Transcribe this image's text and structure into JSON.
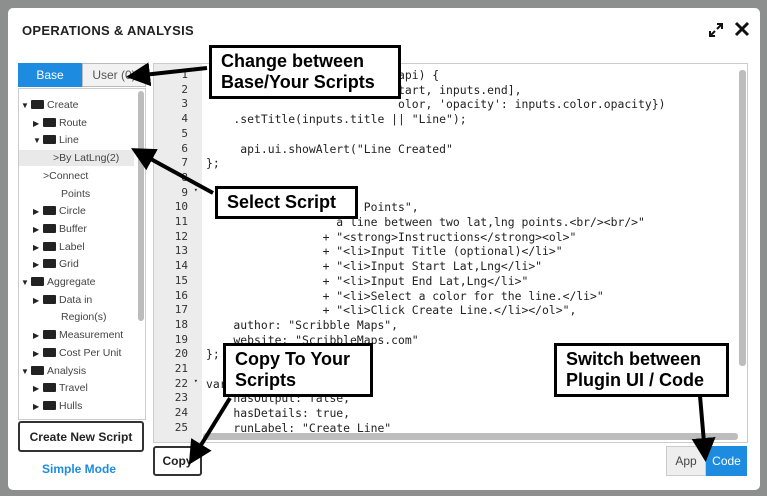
{
  "dialog": {
    "title": "OPERATIONS & ANALYSIS"
  },
  "tabs": {
    "base": "Base",
    "user": "User (0)"
  },
  "tree": [
    {
      "label": "Create",
      "type": "folder-open"
    },
    {
      "label": "Route",
      "type": "folder"
    },
    {
      "label": "Line",
      "type": "folder-open"
    },
    {
      "label": "By LatLng(2)",
      "type": "script"
    },
    {
      "label": "Connect",
      "type": "script"
    },
    {
      "label": "Points",
      "type": "continuation"
    },
    {
      "label": "Circle",
      "type": "folder"
    },
    {
      "label": "Buffer",
      "type": "folder"
    },
    {
      "label": "Label",
      "type": "folder"
    },
    {
      "label": "Grid",
      "type": "folder"
    },
    {
      "label": "Aggregate",
      "type": "folder-open"
    },
    {
      "label": "Data in",
      "type": "folder"
    },
    {
      "label": "Region(s)",
      "type": "continuation"
    },
    {
      "label": "Measurement",
      "type": "folder"
    },
    {
      "label": "Cost Per Unit",
      "type": "folder"
    },
    {
      "label": "Analysis",
      "type": "folder-open"
    },
    {
      "label": "Travel",
      "type": "folder"
    },
    {
      "label": "Hulls",
      "type": "folder"
    },
    {
      "label": "Lines",
      "type": "folder"
    }
  ],
  "buttons": {
    "create": "Create New Script",
    "simple": "Simple Mode",
    "copy": "Copy",
    "app": "App",
    "code": "Code"
  },
  "code_lines": [
    {
      "n": "1",
      "fold": false,
      "text": "                            api) {"
    },
    {
      "n": "2",
      "fold": false,
      "text": "                            tart, inputs.end],"
    },
    {
      "n": "3",
      "fold": false,
      "text": "                            olor, 'opacity': inputs.color.opacity})"
    },
    {
      "n": "4",
      "fold": false,
      "text": "    .setTitle(inputs.title || \"Line\");"
    },
    {
      "n": "5",
      "fold": false,
      "text": ""
    },
    {
      "n": "6",
      "fold": false,
      "text": "     api.ui.showAlert(\"Line Created\""
    },
    {
      "n": "7",
      "fold": false,
      "text": "};"
    },
    {
      "n": "8",
      "fold": false,
      "text": ""
    },
    {
      "n": "9",
      "fold": true,
      "text": ""
    },
    {
      "n": "10",
      "fold": false,
      "text": "                  e By Points\","
    },
    {
      "n": "11",
      "fold": false,
      "text": "                   a line between two lat,lng points.<br/><br/>\""
    },
    {
      "n": "12",
      "fold": false,
      "text": "                 + \"<strong>Instructions</strong><ol>\""
    },
    {
      "n": "13",
      "fold": false,
      "text": "                 + \"<li>Input Title (optional)</li>\""
    },
    {
      "n": "14",
      "fold": false,
      "text": "                 + \"<li>Input Start Lat,Lng</li>\""
    },
    {
      "n": "15",
      "fold": false,
      "text": "                 + \"<li>Input End Lat,Lng</li>\""
    },
    {
      "n": "16",
      "fold": false,
      "text": "                 + \"<li>Select a color for the line.</li>\""
    },
    {
      "n": "17",
      "fold": false,
      "text": "                 + \"<li>Click Create Line.</li></ol>\","
    },
    {
      "n": "18",
      "fold": false,
      "text": "    author: \"Scribble Maps\","
    },
    {
      "n": "19",
      "fold": false,
      "text": "    website: \"ScribbleMaps.com\""
    },
    {
      "n": "20",
      "fold": false,
      "text": "};"
    },
    {
      "n": "21",
      "fold": false,
      "text": ""
    },
    {
      "n": "22",
      "fold": true,
      "text": "var"
    },
    {
      "n": "23",
      "fold": false,
      "text": "    hasOutput: false,"
    },
    {
      "n": "24",
      "fold": false,
      "text": "    hasDetails: true,"
    },
    {
      "n": "25",
      "fold": false,
      "text": "    runLabel: \"Create Line\""
    }
  ],
  "callouts": {
    "change": "Change between Base/Your Scripts",
    "select": "Select Script",
    "copy": "Copy To Your Scripts",
    "switch": "Switch between Plugin UI / Code"
  }
}
